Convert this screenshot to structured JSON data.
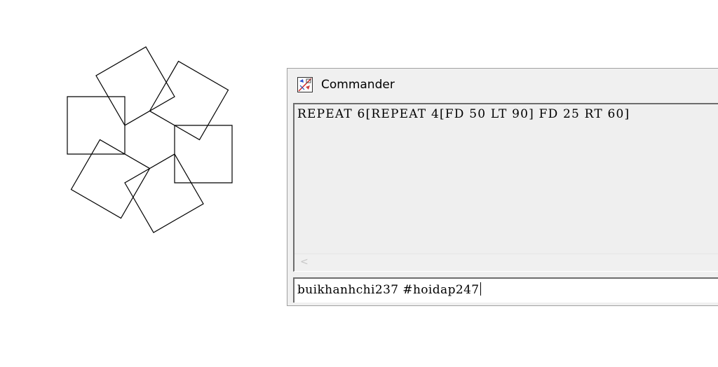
{
  "window": {
    "title": "Commander",
    "icon": "logo-turtle-icon"
  },
  "history": {
    "lines": [
      "REPEAT 6[REPEAT 4[FD 50 LT 90] FD 25 RT 60]"
    ]
  },
  "scrollbar": {
    "left_arrow": "<"
  },
  "input": {
    "value": "buikhanhchi237 #hoidap247"
  },
  "colors": {
    "window_bg": "#f0f0f0",
    "history_bg": "#efefef",
    "input_bg": "#ffffff",
    "border_dark": "#6d6d6d",
    "drawing_stroke": "#000000"
  }
}
